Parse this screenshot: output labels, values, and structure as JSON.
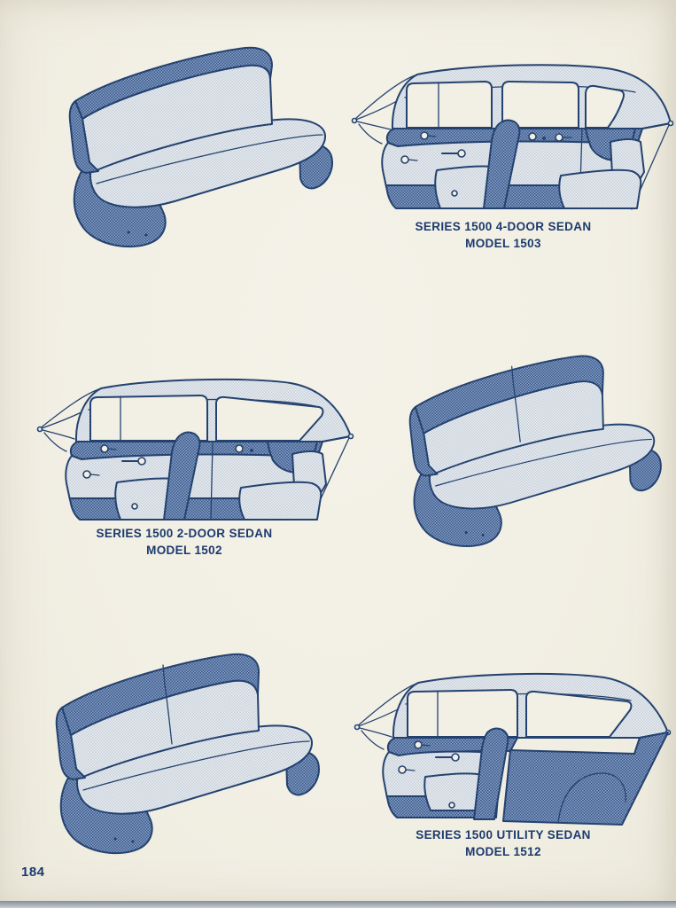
{
  "page_number": "184",
  "palette": {
    "paper": "#f2efe4",
    "ink_outline": "#24426f",
    "text_navy": "#1c3a6d",
    "halftone_dark": "#5f7aa3",
    "halftone_light": "#d6dce3",
    "bottom_edge_gray": "#9aa1ab"
  },
  "figures": {
    "row1": {
      "seat": {
        "name": "front-bench-seat-solid-back",
        "alt": "Bench seat, solid back, dark top bolster"
      },
      "interior": {
        "name": "four-door-sedan-interior-cutaway",
        "alt": "4-door sedan interior side cutaway",
        "caption_line1": "SERIES 1500 4-DOOR SEDAN",
        "caption_line2": "MODEL 1503"
      }
    },
    "row2": {
      "interior": {
        "name": "two-door-sedan-interior-cutaway",
        "alt": "2-door sedan interior side cutaway",
        "caption_line1": "SERIES 1500 2-DOOR SEDAN",
        "caption_line2": "MODEL 1502"
      },
      "seat": {
        "name": "front-bench-seat-split-back",
        "alt": "Bench seat, split back, dark top bolsters"
      }
    },
    "row3": {
      "seat": {
        "name": "front-bench-seat-split-back-2",
        "alt": "Bench seat, split back, dark top bolsters"
      },
      "interior": {
        "name": "utility-sedan-interior-cutaway",
        "alt": "Utility sedan interior side cutaway with cargo area",
        "caption_line1": "SERIES 1500 UTILITY SEDAN",
        "caption_line2": "MODEL 1512"
      }
    }
  }
}
